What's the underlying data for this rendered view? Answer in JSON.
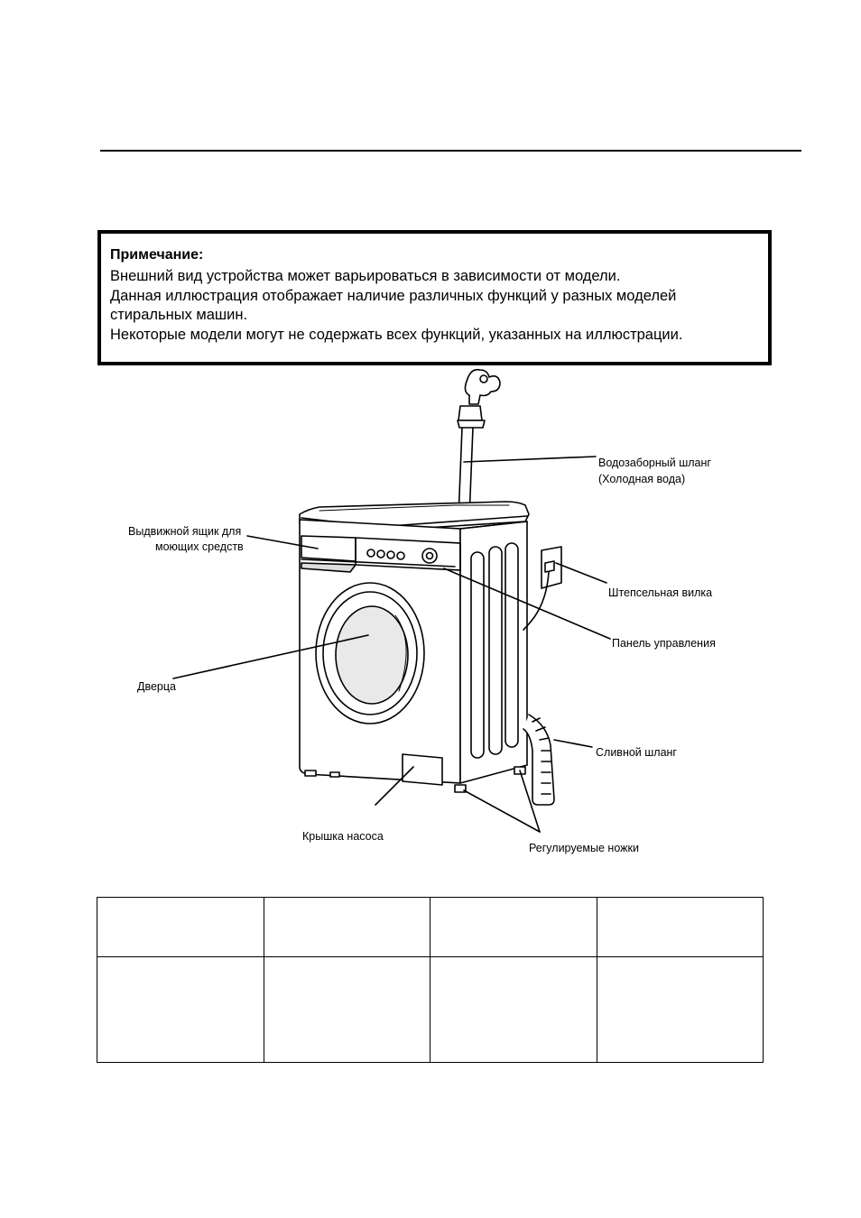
{
  "note": {
    "title": "Примечание:",
    "lines": [
      "Внешний вид устройства может варьироваться в зависимости от модели.",
      "Данная иллюстрация отображает наличие различных функций у разных моделей",
      "стиральных машин.",
      "Некоторые модели могут не содержать всех функций, указанных на иллюстрации."
    ]
  },
  "figure": {
    "labels": {
      "inlet_hose_1": "Водозаборный шланг",
      "inlet_hose_2": "(Холодная вода)",
      "drawer_1": "Выдвижной ящик для",
      "drawer_2": "моющих средств",
      "plug": "Штепсельная вилка",
      "control_panel": "Панель управления",
      "door": "Дверца",
      "drain_hose": "Сливной шланг",
      "pump_cover": "Крышка насоса",
      "feet": "Регулируемые ножки"
    }
  },
  "table": {
    "rows": [
      [
        "",
        "",
        "",
        ""
      ],
      [
        "",
        "",
        "",
        ""
      ]
    ]
  }
}
